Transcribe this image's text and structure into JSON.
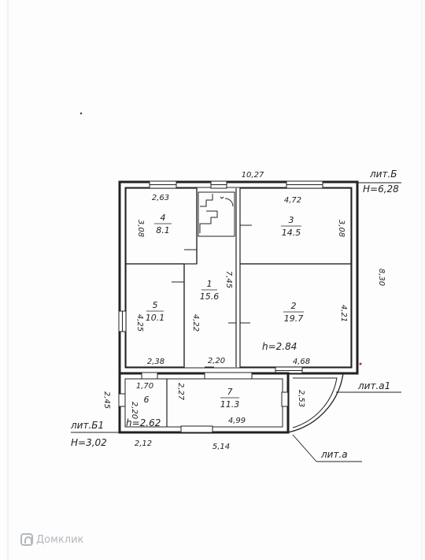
{
  "plan": {
    "rooms": [
      {
        "num": "1",
        "area": "15.6"
      },
      {
        "num": "2",
        "area": "19.7"
      },
      {
        "num": "3",
        "area": "14.5"
      },
      {
        "num": "4",
        "area": "8.1"
      },
      {
        "num": "5",
        "area": "10.1"
      },
      {
        "num": "6",
        "area": ""
      },
      {
        "num": "7",
        "area": "11.3"
      }
    ],
    "dims": {
      "top_total": "10,27",
      "right_total": "8,30",
      "r4_width": "2,63",
      "r4_height": "3,08",
      "r3_width": "4,72",
      "r3_height": "3,08",
      "r1_length": "7,45",
      "r1_width_left": "4,22",
      "r1_width_bottom": "2,20",
      "r5_height": "4,25",
      "r5_width": "2,38",
      "r2_height": "4,21",
      "r2_width": "4,68",
      "annex_height": "2,45",
      "r6_width": "1,70",
      "r6_height": "2,20",
      "r7_left": "2,27",
      "r7_right": "2,53",
      "r7_width": "4,99",
      "annex_bottom_left": "2,12",
      "annex_bottom": "5,14"
    },
    "heights": {
      "main": "h=2.84",
      "annex": "h=2.62"
    },
    "tags": {
      "lit_b": "лит.Б",
      "h_b": "H=6,28",
      "lit_b1": "лит.Б1",
      "h_b1": "H=3,02",
      "lit_a1": "лит.а1",
      "lit_a": "лит.а"
    }
  },
  "watermark": "Домклик"
}
